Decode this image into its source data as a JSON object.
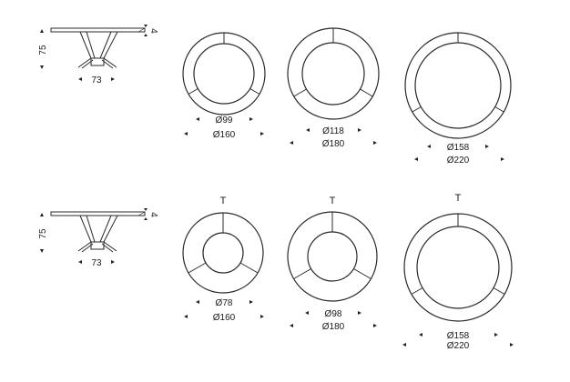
{
  "rows": [
    {
      "side_view": {
        "height": "75",
        "depth": "73",
        "top_thickness": "4"
      },
      "tops": [
        {
          "marker": "",
          "inner": "Ø99",
          "outer": "Ø160"
        },
        {
          "marker": "",
          "inner": "Ø118",
          "outer": "Ø180"
        },
        {
          "marker": "",
          "inner": "Ø158",
          "outer": "Ø220"
        }
      ]
    },
    {
      "side_view": {
        "height": "75",
        "depth": "73",
        "top_thickness": "4"
      },
      "tops": [
        {
          "marker": "T",
          "inner": "Ø78",
          "outer": "Ø160"
        },
        {
          "marker": "T",
          "inner": "Ø98",
          "outer": "Ø180"
        },
        {
          "marker": "T",
          "inner": "Ø158",
          "outer": "Ø220"
        }
      ]
    }
  ]
}
